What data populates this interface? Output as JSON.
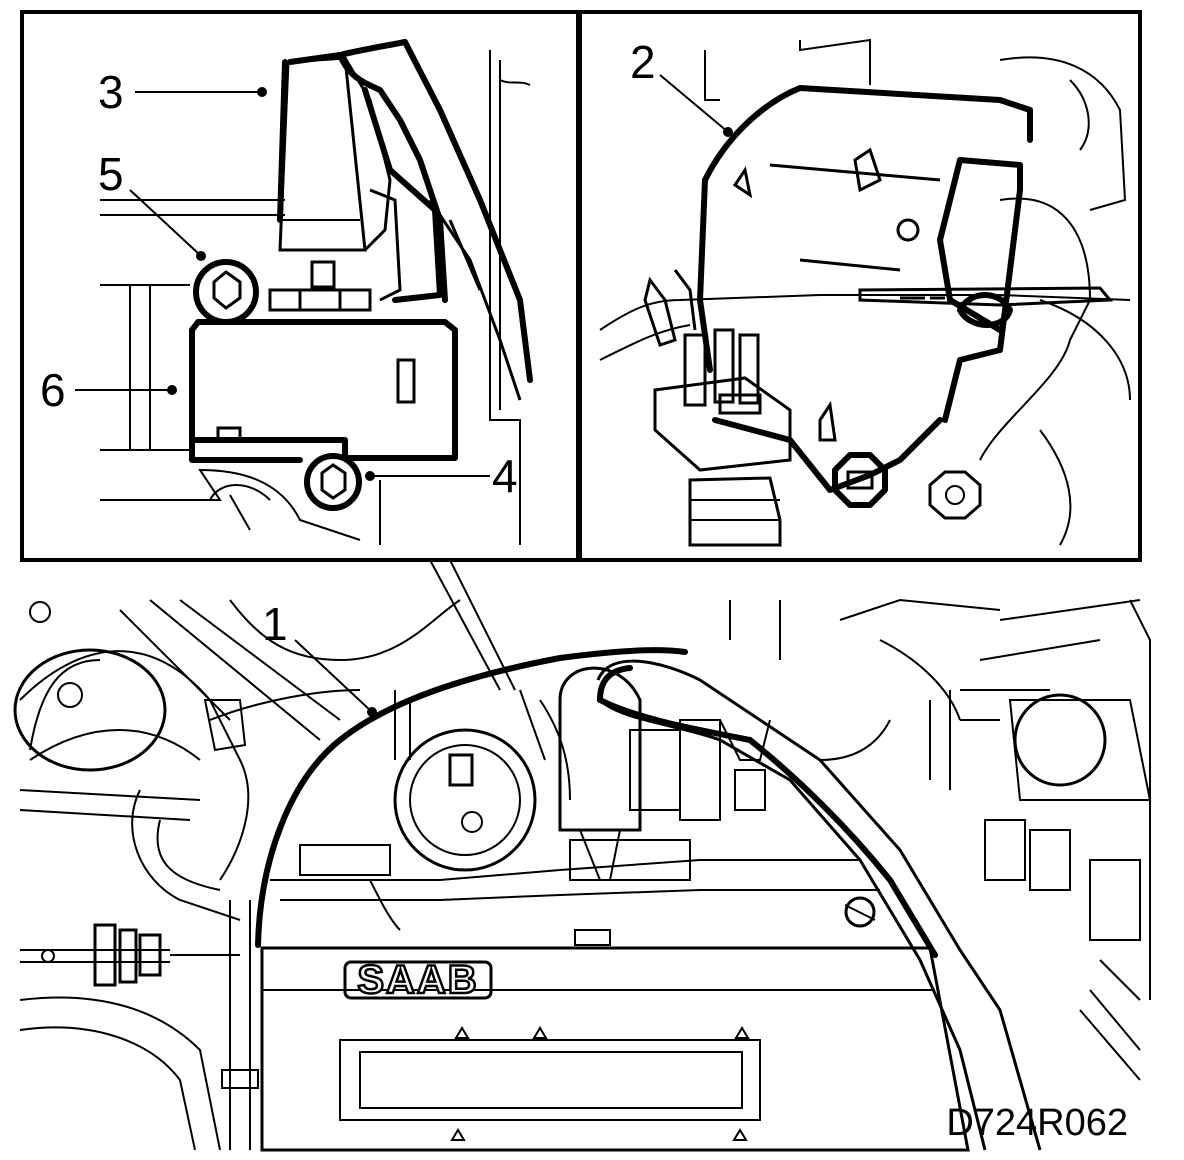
{
  "figure": {
    "code": "D724R062",
    "logo_text": "SAAB",
    "callouts": {
      "c1": "1",
      "c2": "2",
      "c3": "3",
      "c4": "4",
      "c5": "5",
      "c6": "6"
    }
  },
  "colors": {
    "ink": "#000000",
    "paper": "#ffffff"
  }
}
